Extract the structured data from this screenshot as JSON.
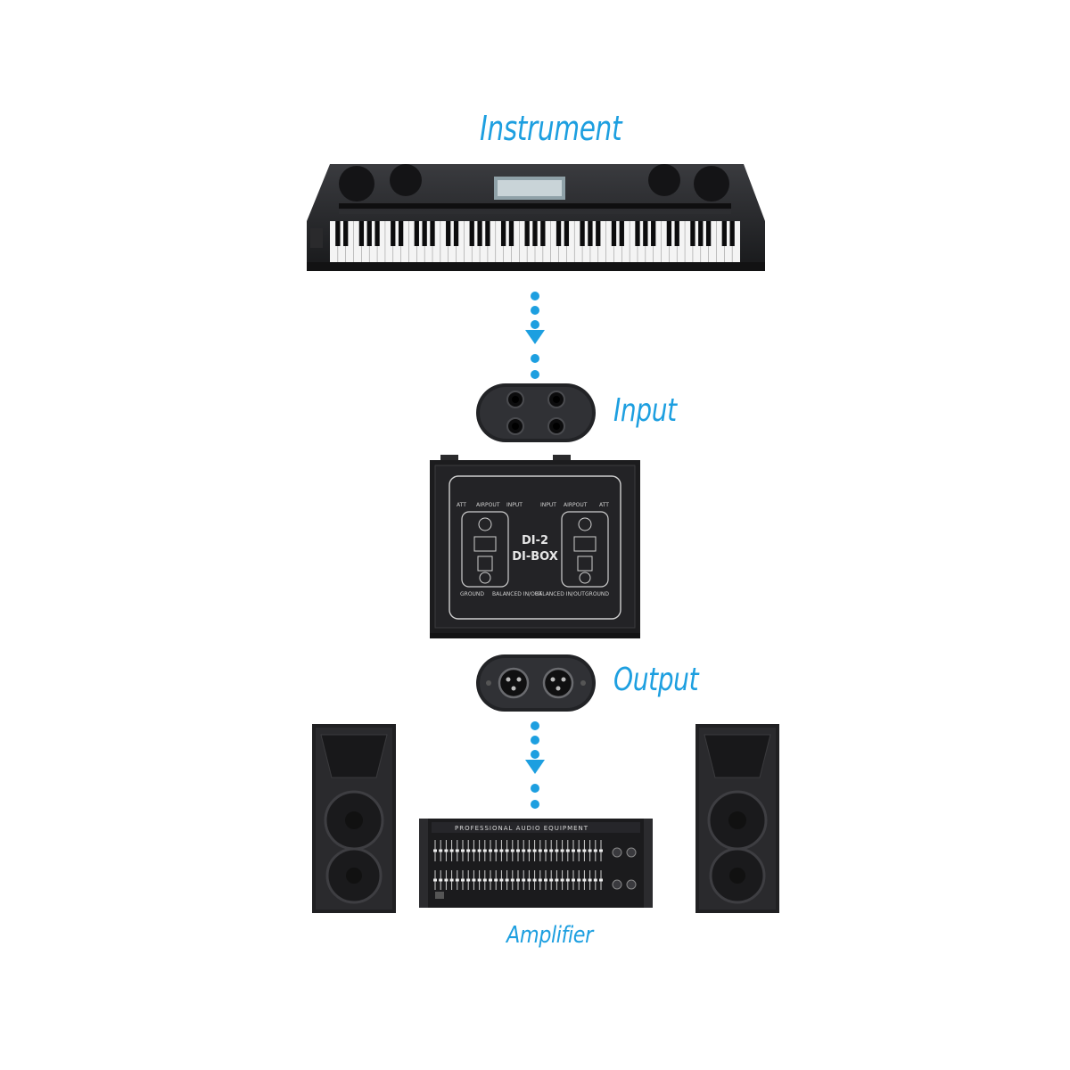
{
  "labels": {
    "instrument": "Instrument",
    "input": "Input",
    "output": "Output",
    "amplifier": "Amplifier"
  },
  "dibox": {
    "model": "DI-2",
    "name": "DI-BOX",
    "labels": [
      "ATT",
      "AIRPOUT",
      "INPUT",
      "GROUND",
      "BALANCED IN/OUT"
    ]
  },
  "amp": {
    "brand_text": "PROFESSIONAL AUDIO EQUIPMENT"
  },
  "colors": {
    "accent": "#1d9fe0",
    "device_dark": "#1c1c1e"
  }
}
